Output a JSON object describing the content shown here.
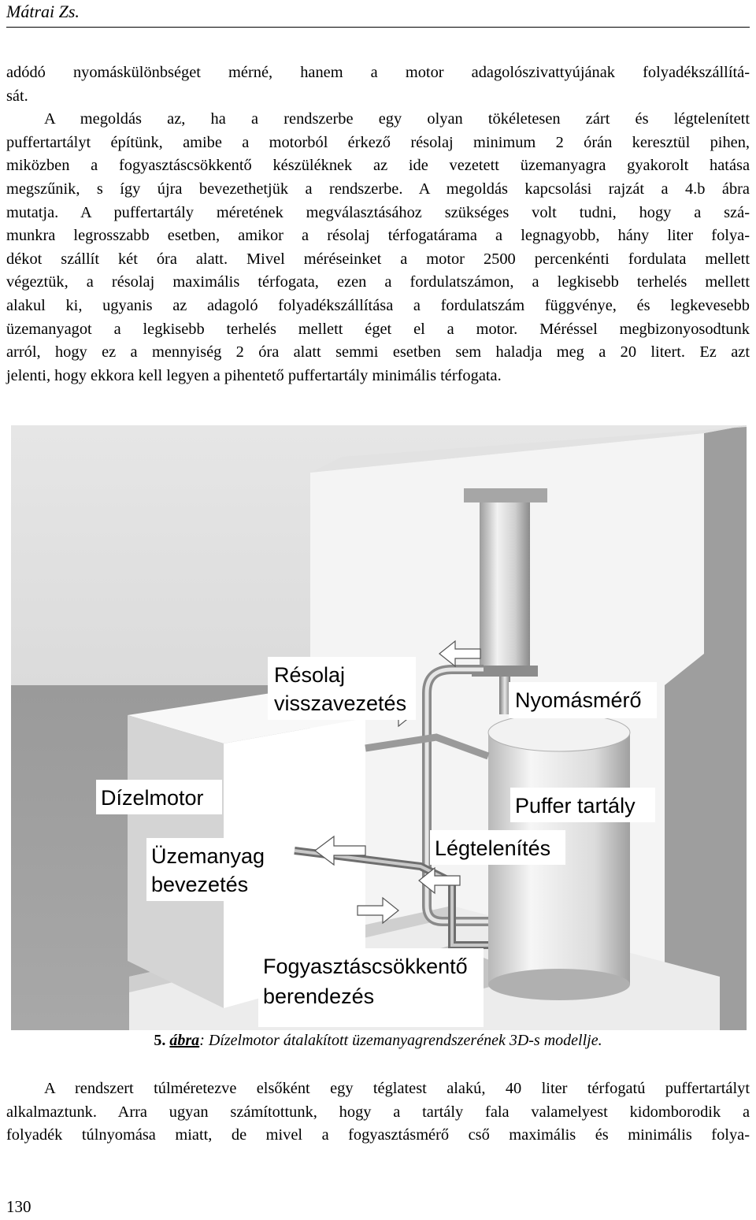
{
  "header": {
    "author": "Mátrai Zs."
  },
  "paragraph1": {
    "lines": [
      "adódó nyomáskülönbséget mérné, hanem a motor adagolószivattyújának folyadékszállítá-",
      "sát.",
      "A megoldás az, ha a rendszerbe egy olyan tökéletesen zárt és légtelenített",
      "puffertartályt építünk, amibe a motorból érkező résolaj minimum 2 órán keresztül pihen,",
      "miközben a fogyasztáscsökkentő készüléknek az ide vezetett üzemanyagra gyakorolt hatása",
      "megszűnik, s így újra bevezethetjük a rendszerbe. A megoldás kapcsolási rajzát a 4.b ábra",
      "mutatja. A puffertartály méretének megválasztásához szükséges volt tudni, hogy a szá-",
      "munkra legrosszabb esetben, amikor a résolaj térfogatárama a legnagyobb, hány liter folya-",
      "dékot szállít két óra alatt. Mivel méréseinket a motor 2500 percenkénti fordulata mellett",
      "végeztük, a résolaj maximális térfogata, ezen a fordulatszámon, a legkisebb terhelés mellett",
      "alakul ki, ugyanis az adagoló folyadékszállítása a fordulatszám függvénye, és legkevesebb",
      "üzemanyagot a legkisebb terhelés mellett éget el a motor. Méréssel megbizonyosodtunk",
      "arról, hogy ez a mennyiség 2 óra alatt semmi esetben sem haladja meg a 20 litert. Ez azt",
      "jelenti, hogy ekkora kell legyen a pihentető puffertartály minimális térfogata."
    ]
  },
  "figure": {
    "labels": {
      "resolaj1": "Résolaj",
      "resolaj2": "visszavezetés",
      "nyomasmero": "Nyomásmérő",
      "dizelmotor": "Dízelmotor",
      "puffer": "Puffer tartály",
      "uzemanyag1": "Üzemanyag",
      "uzemanyag2": "bevezetés",
      "legtelenites": "Légtelenítés",
      "fogyasztas1": "Fogyasztáscsökkentő",
      "fogyasztas2": "berendezés"
    },
    "caption": {
      "number": "5.",
      "word": "ábra",
      "colon": ":",
      "text": " Dízelmotor átalakított üzemanyagrendszerének 3D-s modellje."
    }
  },
  "paragraph3": {
    "lines": [
      "A rendszert túlméretezve elsőként egy téglatest alakú, 40 liter térfogatú puffertartályt",
      "alkalmaztunk. Arra ugyan számítottunk, hogy a tartály fala valamelyest kidomborodik a",
      "folyadék túlnyomása miatt, de mivel a fogyasztásmérő cső maximális és minimális folya-"
    ]
  },
  "footer": {
    "page_number": "130"
  }
}
